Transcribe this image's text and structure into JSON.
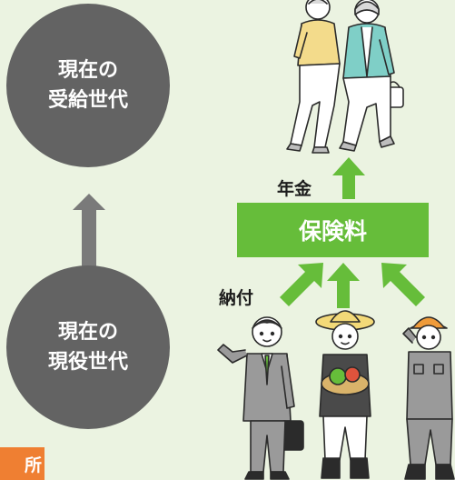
{
  "generations": {
    "current_recipients": "現在の\n受給世代",
    "current_working": "現在の\n現役世代"
  },
  "flow": {
    "pension_label": "年金",
    "payment_label": "納付",
    "premium_label": "保険料"
  },
  "corner_tab": {
    "label": "所"
  },
  "colors": {
    "background": "#ebf3e1",
    "circle": "#636363",
    "connector": "#7a7a7a",
    "accent_green": "#66bd3a",
    "tab_orange": "#ef7f32"
  },
  "illustrations": [
    "elderly-couple-walking",
    "office-worker-in-suit",
    "farmer-with-vegetable-basket",
    "factory-worker-in-helmet"
  ]
}
